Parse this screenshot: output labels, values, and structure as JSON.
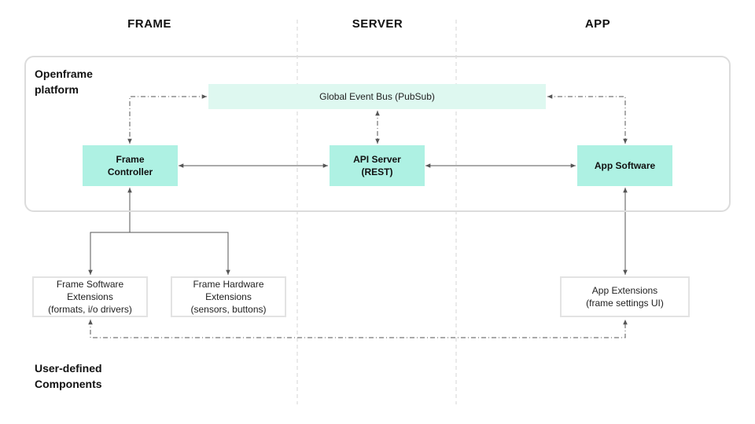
{
  "columns": {
    "frame": "FRAME",
    "server": "SERVER",
    "app": "APP"
  },
  "platform": {
    "label": "Openframe\nplatform",
    "event_bus": "Global Event Bus (PubSub)",
    "frame_controller": "Frame\nController",
    "api_server": "API Server\n(REST)",
    "app_software": "App Software"
  },
  "user_components": {
    "label": "User-defined\nComponents",
    "frame_software_ext": "Frame Software\nExtensions\n(formats, i/o drivers)",
    "frame_hardware_ext": "Frame Hardware\nExtensions\n(sensors, buttons)",
    "app_ext": "App Extensions\n(frame settings UI)"
  },
  "colors": {
    "core_box": "#aef1e3",
    "bus_box": "#def8f0",
    "border": "#dcdcdc",
    "arrow": "#555555"
  }
}
